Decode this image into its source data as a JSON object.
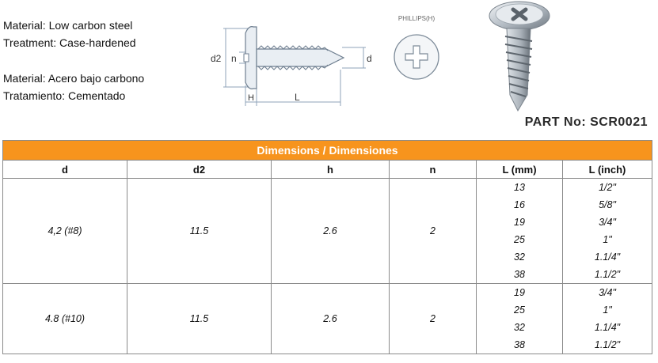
{
  "materials": {
    "en": {
      "material": "Material: Low carbon steel",
      "treatment": "Treatment: Case-hardened"
    },
    "es": {
      "material": "Material: Acero bajo carbono",
      "treatment": "Tratamiento: Cementado"
    }
  },
  "diagram": {
    "labels": {
      "d2": "d2",
      "n": "n",
      "d": "d",
      "H": "H",
      "L": "L"
    },
    "phillips_label": "PHILLIPS(H)"
  },
  "part": {
    "text": "PART No: SCR0021"
  },
  "table": {
    "title": "Dimensions / Dimensiones",
    "headers": [
      "d",
      "d2",
      "h",
      "n",
      "L (mm)",
      "L (inch)"
    ],
    "groups": [
      {
        "d": "4,2 (#8)",
        "d2": "11.5",
        "h": "2.6",
        "n": "2",
        "rows": [
          {
            "mm": "13",
            "inch": "1/2\""
          },
          {
            "mm": "16",
            "inch": "5/8\""
          },
          {
            "mm": "19",
            "inch": "3/4\""
          },
          {
            "mm": "25",
            "inch": "1\""
          },
          {
            "mm": "32",
            "inch": "1.1/4\""
          },
          {
            "mm": "38",
            "inch": "1.1/2\""
          }
        ]
      },
      {
        "d": "4.8 (#10)",
        "d2": "11.5",
        "h": "2.6",
        "n": "2",
        "rows": [
          {
            "mm": "19",
            "inch": "3/4\""
          },
          {
            "mm": "25",
            "inch": "1\""
          },
          {
            "mm": "32",
            "inch": "1.1/4\""
          },
          {
            "mm": "38",
            "inch": "1.1/2\""
          }
        ]
      }
    ]
  },
  "colors": {
    "header_bg": "#f7941d",
    "header_text": "#ffffff",
    "border": "#8a8a8a"
  }
}
